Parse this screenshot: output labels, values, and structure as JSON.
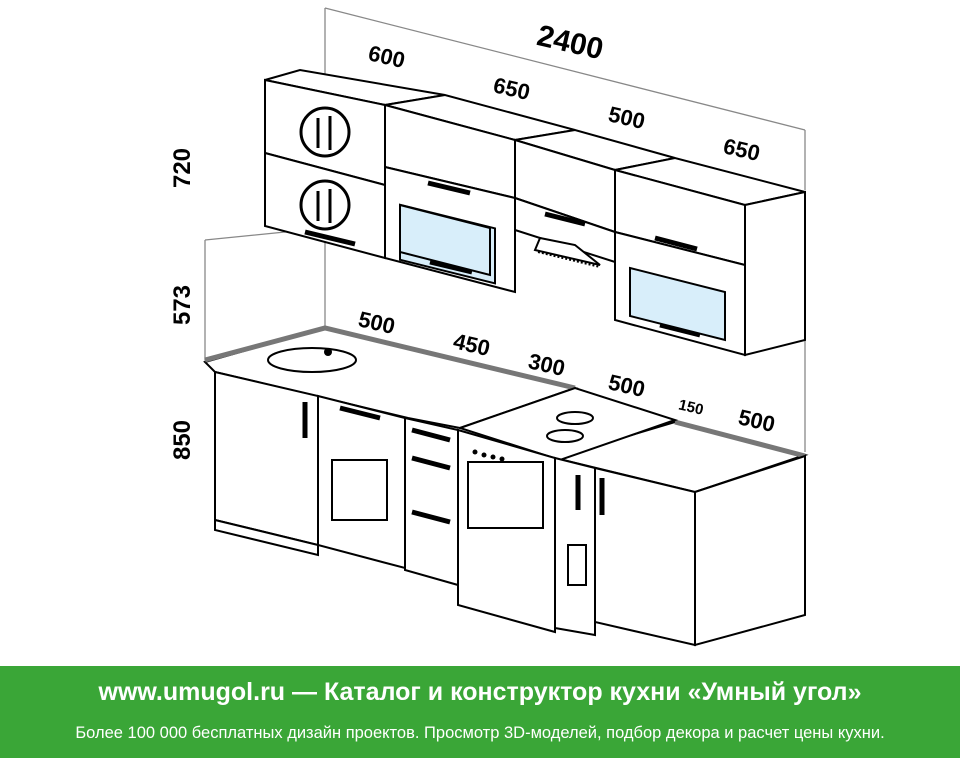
{
  "dimensions": {
    "total_width": "2400",
    "upper": [
      "600",
      "650",
      "500",
      "650"
    ],
    "lower": [
      "500",
      "450",
      "300",
      "500",
      "150",
      "500"
    ],
    "heights": [
      "720",
      "573",
      "850"
    ]
  },
  "footer": {
    "title": "www.umugol.ru — Каталог и конструктор кухни «Умный угол»",
    "subtitle": "Более 100 000 бесплатных дизайн проектов. Просмотр 3D-моделей, подбор декора и расчет цены кухни."
  },
  "colors": {
    "footer_bg": "#3aa637",
    "line": "#000000",
    "wall": "#e6e6e6",
    "glass": "#d8eefa"
  }
}
